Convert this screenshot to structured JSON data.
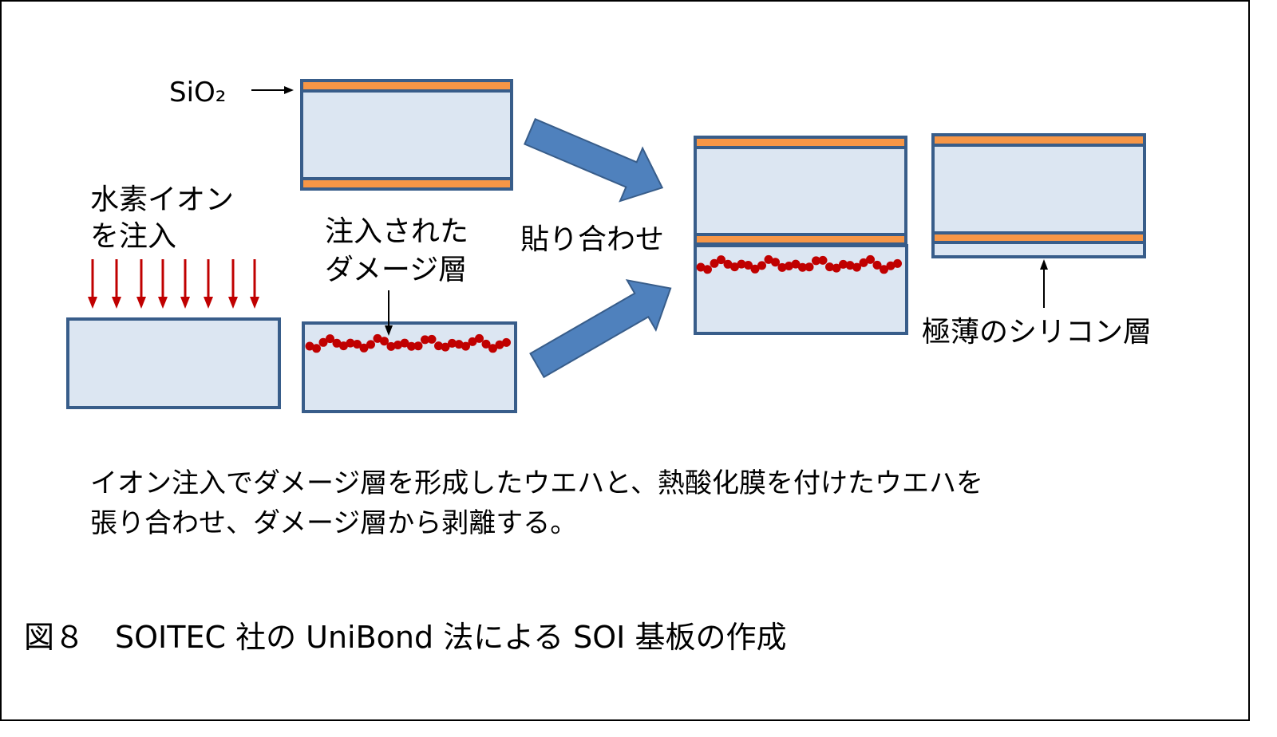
{
  "labels": {
    "sio2": "SiO₂",
    "hydrogen_line1": "水素イオン",
    "hydrogen_line2": "を注入",
    "damage_line1": "注入された",
    "damage_line2": "ダメージ層",
    "bonding": "貼り合わせ",
    "thin_si": "極薄のシリコン層"
  },
  "caption": {
    "line1": "イオン注入でダメージ層を形成したウエハと、熱酸化膜を付けたウエハを",
    "line2": "張り合わせ、ダメージ層から剥離する。"
  },
  "figure_title": "図８　SOITEC 社の UniBond 法による SOI 基板の作成",
  "colors": {
    "wafer_fill": "#dce6f2",
    "wafer_stroke": "#385d8a",
    "oxide": "#f79646",
    "damage_dots": "#c00000",
    "ion_arrows": "#c00000",
    "block_arrow": "#4f81bd"
  }
}
